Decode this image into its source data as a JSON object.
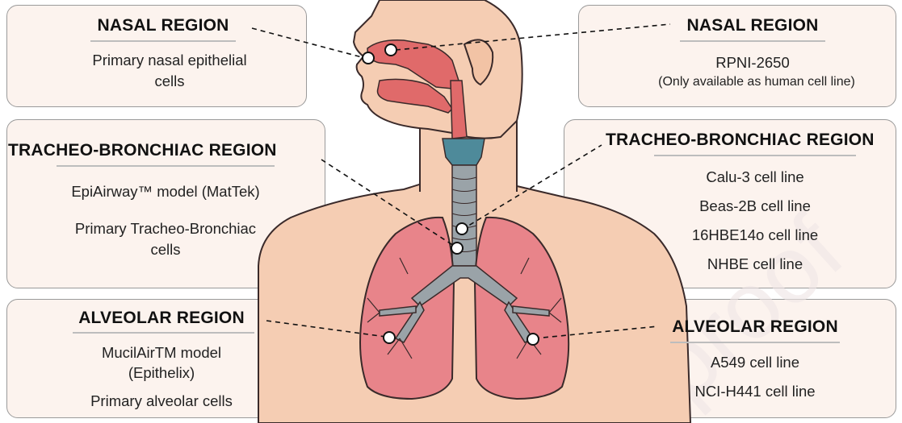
{
  "left": {
    "nasal": {
      "heading": "NASAL REGION",
      "items": [
        "Primary nasal epithelial",
        "cells"
      ]
    },
    "tracheo": {
      "heading": "TRACHEO-BRONCHIAC REGION",
      "items": [
        "EpiAirway™ model (MatTek)",
        "Primary Tracheo-Bronchiac",
        "cells"
      ]
    },
    "alveolar": {
      "heading": "ALVEOLAR REGION",
      "items": [
        "MucilAirTM model",
        "(Epithelix)",
        "Primary alveolar cells"
      ]
    }
  },
  "right": {
    "nasal": {
      "heading": "NASAL REGION",
      "items": [
        "RPNI-2650",
        "(Only available as human cell line)"
      ]
    },
    "tracheo": {
      "heading": "TRACHEO-BRONCHIAC REGION",
      "items": [
        "Calu-3 cell line",
        "Beas-2B cell line",
        "16HBE14o cell line",
        "NHBE cell line"
      ]
    },
    "alveolar": {
      "heading": "ALVEOLAR REGION",
      "items": [
        "A549 cell line",
        "NCI-H441 cell line"
      ]
    }
  },
  "watermark": "proof",
  "colors": {
    "panel_fill": "#fcf3ee",
    "panel_border": "#9a9a9a",
    "skin": "#f5cdb3",
    "airway_red": "#e06a6a",
    "lung_pink": "#e8848a",
    "larynx_blue": "#4e8a9a",
    "trachea_grey": "#9aa3a8"
  }
}
